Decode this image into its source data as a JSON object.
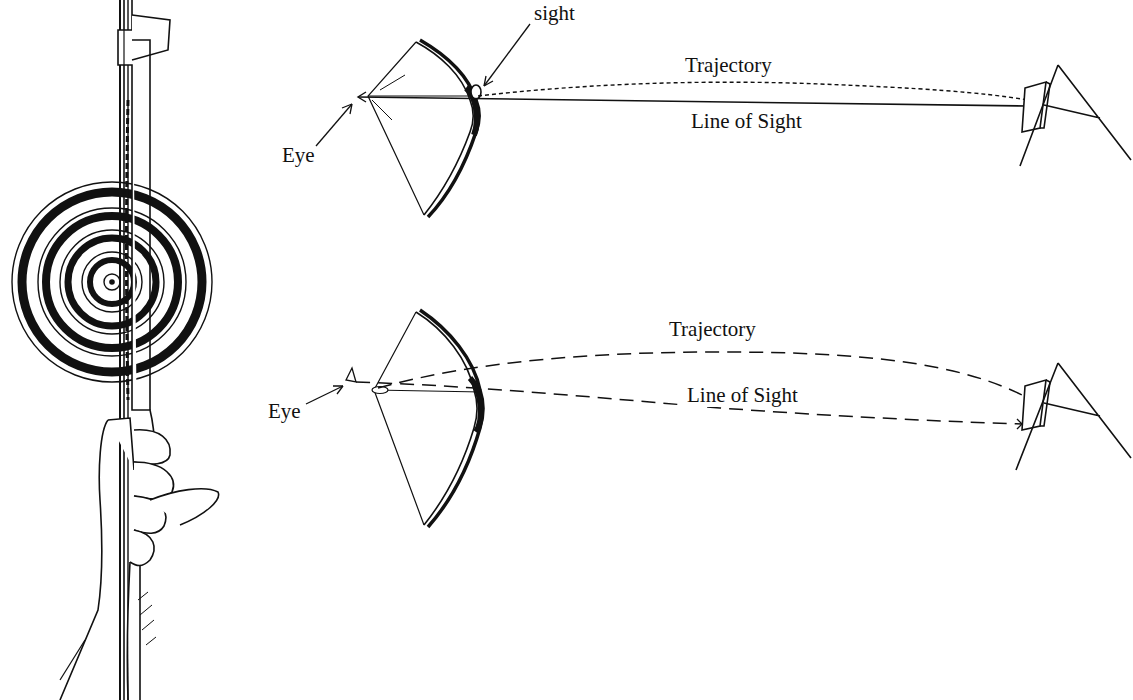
{
  "diagram": {
    "labels": [
      "sight",
      "Trajectory",
      "Line of Sight",
      "Eye",
      "Trajectory",
      "Line of Sight",
      "Eye"
    ]
  }
}
